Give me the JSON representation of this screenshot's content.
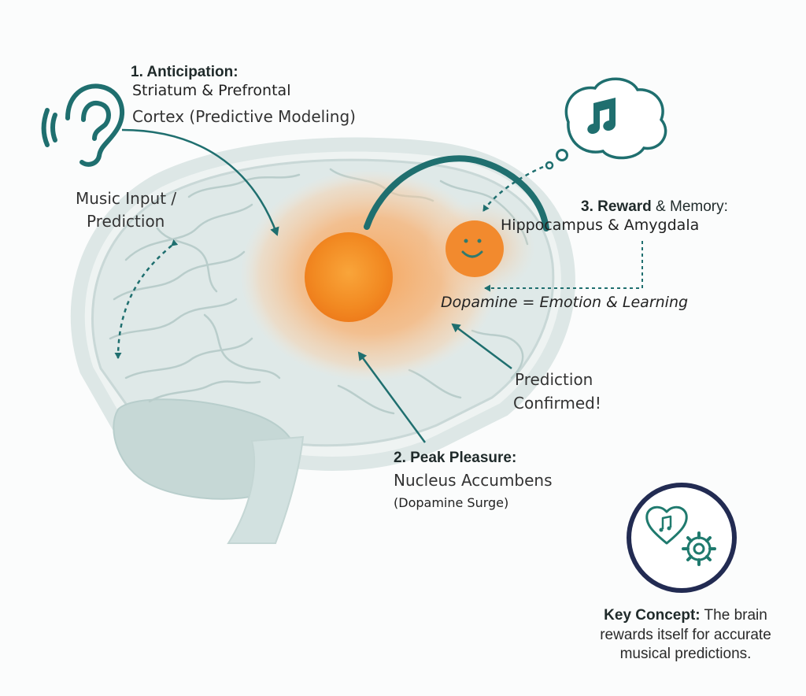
{
  "labels": {
    "anticipation": {
      "title": "1. Anticipation:",
      "line1": "Striatum & Prefrontal",
      "line2": "Cortex (Predictive Modeling)"
    },
    "music_input": {
      "line1": "Music Input /",
      "line2": "Prediction"
    },
    "reward": {
      "title_part1": "3. Reward",
      "title_part2": " & Memory:",
      "subtitle": "Hippocampus & Amygdala"
    },
    "dopamine": "Dopamine = Emotion & Learning",
    "prediction_confirmed": {
      "line1": "Prediction",
      "line2": "Confirmed!"
    },
    "peak_pleasure": {
      "title": "2. Peak Pleasure:",
      "line1": "Nucleus Accumbens",
      "line2": "(Dopamine Surge)"
    },
    "key_concept": {
      "bold": "Key Concept:",
      "text1": " The brain",
      "text2": "rewards itself for accurate",
      "text3": "musical predictions."
    }
  },
  "icons": {
    "ear": "ear-icon",
    "music_note": "music-note-icon",
    "heart_note": "heart-music-icon",
    "gear": "gear-icon",
    "smiley": "smiley-icon"
  },
  "colors": {
    "teal": "#1f6f6f",
    "orange": "#f28a2e",
    "navy": "#222b52",
    "brain": "#dfe9e8"
  }
}
